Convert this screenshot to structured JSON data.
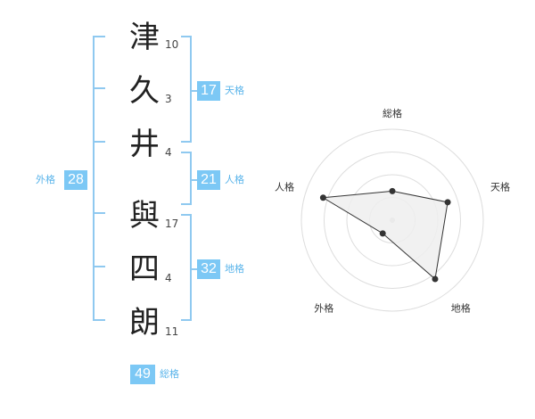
{
  "name": {
    "characters": [
      {
        "char": "津",
        "strokes": "10"
      },
      {
        "char": "久",
        "strokes": "3"
      },
      {
        "char": "井",
        "strokes": "4"
      },
      {
        "char": "與",
        "strokes": "17"
      },
      {
        "char": "四",
        "strokes": "4"
      },
      {
        "char": "朗",
        "strokes": "11"
      }
    ]
  },
  "fortune": {
    "tenkaku": {
      "value": "17",
      "label": "天格"
    },
    "jinkaku": {
      "value": "21",
      "label": "人格"
    },
    "chikaku": {
      "value": "32",
      "label": "地格"
    },
    "gaikaku": {
      "value": "28",
      "label": "外格"
    },
    "soukaku": {
      "value": "49",
      "label": "総格"
    }
  },
  "radar": {
    "axes": [
      "総格",
      "天格",
      "地格",
      "外格",
      "人格"
    ],
    "levels": 4,
    "scores": [
      1.6,
      3.2,
      4.0,
      0.9,
      4.0
    ],
    "max": 5,
    "fill_color": "#eeeeee",
    "line_color": "#333333",
    "grid_color": "#dddddd"
  }
}
